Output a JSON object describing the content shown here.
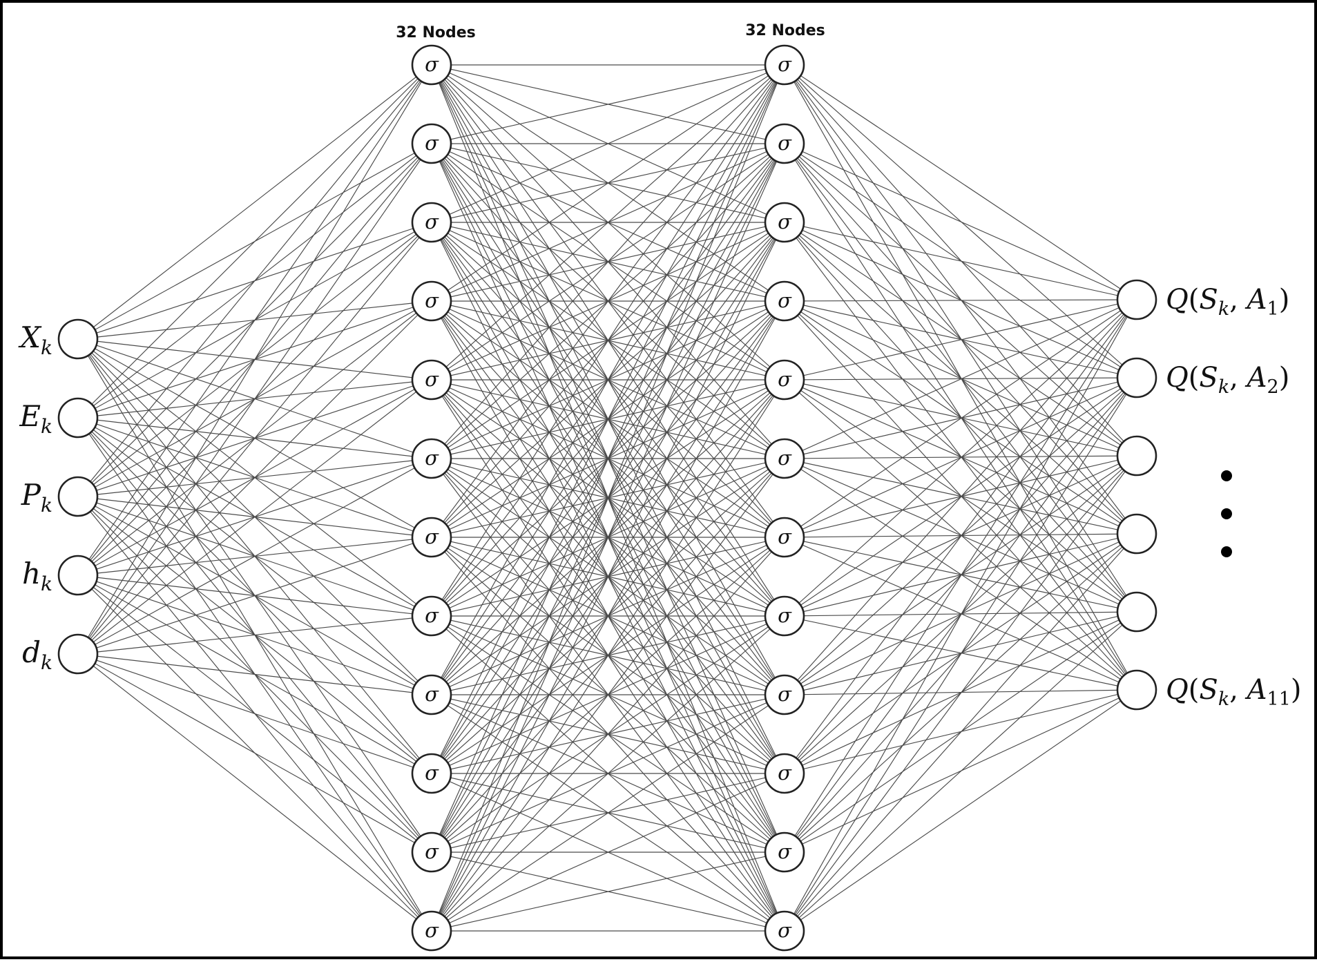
{
  "hidden_layer_1": {
    "title": "32 Nodes",
    "node_symbol": "σ"
  },
  "hidden_layer_2": {
    "title": "32 Nodes",
    "node_symbol": "σ"
  },
  "inputs": [
    {
      "symbol": "X",
      "sub": "k"
    },
    {
      "symbol": "E",
      "sub": "k"
    },
    {
      "symbol": "P",
      "sub": "k"
    },
    {
      "symbol": "h",
      "sub": "k"
    },
    {
      "symbol": "d",
      "sub": "k"
    }
  ],
  "outputs": [
    {
      "label": {
        "q": "Q",
        "open": "(",
        "s": "S",
        "s_sub": "k",
        "comma": ", ",
        "a": "A",
        "a_sub": "1",
        "close": ")"
      }
    },
    {
      "label": {
        "q": "Q",
        "open": "(",
        "s": "S",
        "s_sub": "k",
        "comma": ", ",
        "a": "A",
        "a_sub": "2",
        "close": ")"
      }
    },
    {
      "label": null
    },
    {
      "label": null
    },
    {
      "label": null
    },
    {
      "label": {
        "q": "Q",
        "open": "(",
        "s": "S",
        "s_sub": "k",
        "comma": ", ",
        "a": "A",
        "a_sub": "11",
        "close": ")"
      }
    }
  ],
  "ellipsis_dots": 3,
  "colors": {
    "edge": "#4a4a4a",
    "node_stroke": "#222222",
    "border": "#000000"
  }
}
